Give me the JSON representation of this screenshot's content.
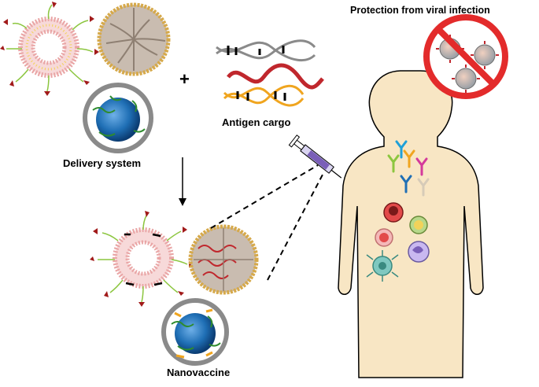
{
  "labels": {
    "protection": "Protection from viral infection",
    "antigen_cargo": "Antigen cargo",
    "delivery_system": "Delivery system",
    "nanovaccine": "Nanovaccine",
    "plus_sign": "+"
  },
  "colors": {
    "lipid_pink": "#f4c8c8",
    "lipid_tail": "#f2d25a",
    "peg_green": "#8cc63f",
    "ligand_red": "#a11a1a",
    "polymer_tan": "#b9a89a",
    "shell_gold": "#d6a94a",
    "polymer_grey": "#8a8a8a",
    "core_blue": "#1f6fb5",
    "body_skin": "#f8e6c4",
    "ban_red": "#e32b2b",
    "rna_red": "#c0272d",
    "dna_orange": "#f0a51f"
  }
}
